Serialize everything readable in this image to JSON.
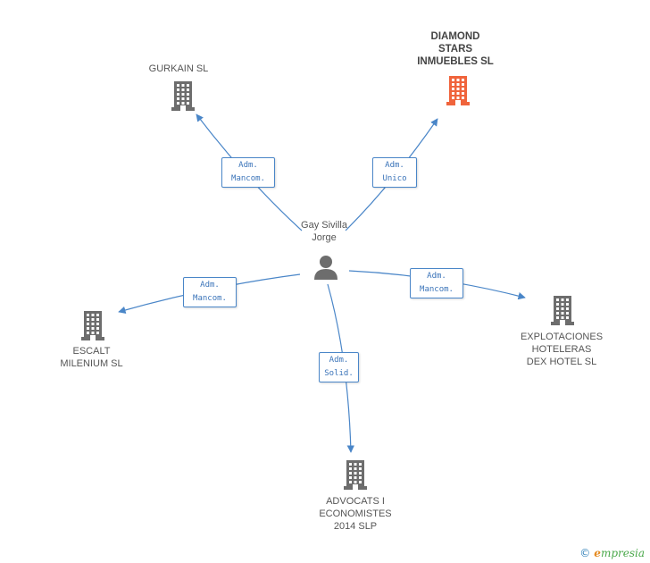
{
  "person": {
    "name_line1": "Gay Sivilla",
    "name_line2": "Jorge"
  },
  "companies": [
    {
      "id": "gurkain",
      "lines": [
        "GURKAIN  SL"
      ],
      "highlight": false
    },
    {
      "id": "diamond",
      "lines": [
        "DIAMOND",
        "STARS",
        "INMUEBLES SL"
      ],
      "highlight": true
    },
    {
      "id": "escalt",
      "lines": [
        "ESCALT",
        "MILENIUM  SL"
      ],
      "highlight": false
    },
    {
      "id": "explotaciones",
      "lines": [
        "EXPLOTACIONES",
        "HOTELERAS",
        "DEX HOTEL  SL"
      ],
      "highlight": false
    },
    {
      "id": "advocats",
      "lines": [
        "ADVOCATS I",
        "ECONOMISTES",
        "2014  SLP"
      ],
      "highlight": false
    }
  ],
  "relations": [
    {
      "target": "gurkain",
      "line1": "Adm.",
      "line2": "Mancom."
    },
    {
      "target": "diamond",
      "line1": "Adm.",
      "line2": "Unico"
    },
    {
      "target": "escalt",
      "line1": "Adm.",
      "line2": "Mancom."
    },
    {
      "target": "explotaciones",
      "line1": "Adm.",
      "line2": "Mancom."
    },
    {
      "target": "advocats",
      "line1": "Adm.",
      "line2": "Solid."
    }
  ],
  "colors": {
    "edge": "#4a86c8",
    "building": "#6d6d6d",
    "building_highlight": "#f0643c",
    "person": "#6d6d6d"
  },
  "watermark": {
    "copyright": "©",
    "brand_initial": "e",
    "brand_rest": "mpresia"
  }
}
